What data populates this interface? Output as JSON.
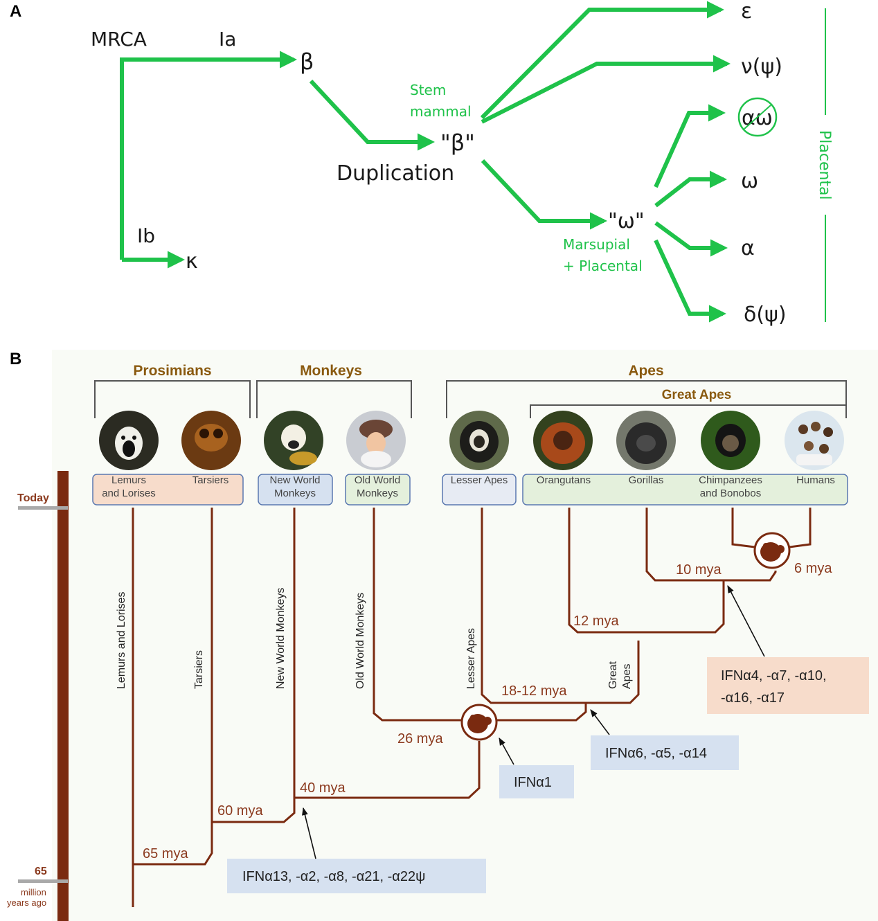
{
  "colors": {
    "green_arrow": "#1fc24a",
    "brown_branch": "#7a2a10",
    "group_label": "#8a5a10",
    "box_orange": "#f7dccb",
    "box_blue": "#d6e1f0",
    "box_green": "#e4f0dc",
    "box_lightblue": "#e7ebf3"
  },
  "panel_a": {
    "panel_label": "A",
    "labels": {
      "mrca": "MRCA",
      "ia": "Ia",
      "ib": "Ib",
      "beta": "β",
      "kappa": "κ",
      "beta_dup": "\"β\"",
      "duplication": "Duplication",
      "stem_line1": "Stem",
      "stem_line2": "mammal",
      "omega_node": "\"ω\"",
      "marsupial_line1": "Marsupial",
      "marsupial_line2": "+ Placental",
      "placental": "Placental"
    },
    "terminals": [
      {
        "id": "epsilon",
        "label": "ε"
      },
      {
        "id": "nu",
        "label": "ν(ψ)"
      },
      {
        "id": "alphaomega",
        "label": "αω"
      },
      {
        "id": "omega",
        "label": "ω"
      },
      {
        "id": "alpha",
        "label": "α"
      },
      {
        "id": "delta",
        "label": "δ(ψ)"
      }
    ]
  },
  "panel_b": {
    "panel_label": "B",
    "groups": {
      "prosimians": "Prosimians",
      "monkeys": "Monkeys",
      "apes": "Apes",
      "great_apes": "Great Apes"
    },
    "species": [
      {
        "id": "lemurs",
        "label_line1": "Lemurs",
        "label_line2": "and Lorises",
        "icon": "lemur-photo"
      },
      {
        "id": "tarsiers",
        "label_line1": "Tarsiers",
        "label_line2": "",
        "icon": "tarsier-photo"
      },
      {
        "id": "nwm",
        "label_line1": "New World",
        "label_line2": "Monkeys",
        "icon": "squirrel-monkey-photo"
      },
      {
        "id": "owm",
        "label_line1": "Old World",
        "label_line2": "Monkeys",
        "icon": "langur-photo"
      },
      {
        "id": "lesser",
        "label_line1": "Lesser Apes",
        "label_line2": "",
        "icon": "gibbon-photo"
      },
      {
        "id": "orangutans",
        "label_line1": "Orangutans",
        "label_line2": "",
        "icon": "orangutan-photo"
      },
      {
        "id": "gorillas",
        "label_line1": "Gorillas",
        "label_line2": "",
        "icon": "gorilla-photo"
      },
      {
        "id": "chimps",
        "label_line1": "Chimpanzees",
        "label_line2": "and Bonobos",
        "icon": "chimpanzee-photo"
      },
      {
        "id": "humans",
        "label_line1": "Humans",
        "label_line2": "",
        "icon": "humans-photo"
      }
    ],
    "branch_labels": {
      "lemurs": "Lemurs and Lorises",
      "tarsiers": "Tarsiers",
      "nwm": "New World Monkeys",
      "owm": "Old World Monkeys",
      "lesser": "Lesser Apes",
      "great_line1": "Great",
      "great_line2": "Apes"
    },
    "divergence_times": {
      "t65": "65 mya",
      "t60": "60 mya",
      "t40": "40 mya",
      "t26": "26 mya",
      "t18": "18-12 mya",
      "t12": "12 mya",
      "t10": "10 mya",
      "t6": "6 mya"
    },
    "timeline": {
      "today": "Today",
      "sixty_five": "65",
      "unit_line1": "million",
      "unit_line2": "years ago"
    },
    "gene_boxes": {
      "ifn_a13": "IFNα13, -α2, -α8, -α21, -α22ψ",
      "ifn_a1": "IFNα1",
      "ifn_a6": "IFNα6, -α5, -α14",
      "ifn_a4_line1": "IFNα4, -α7, -α10,",
      "ifn_a4_line2": "-α16, -α17"
    }
  }
}
